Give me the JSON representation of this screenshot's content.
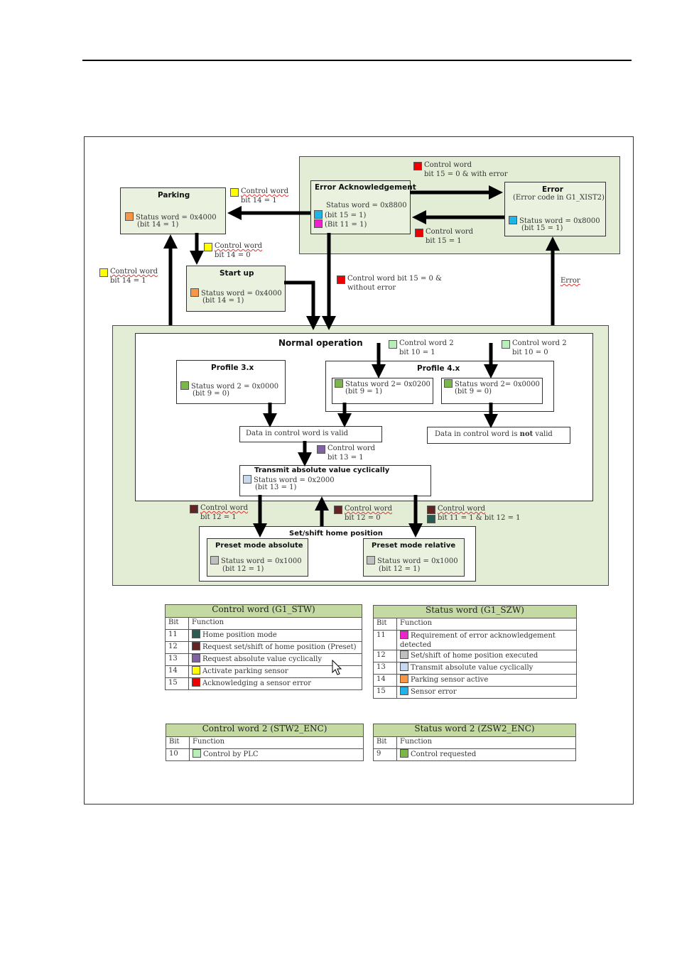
{
  "colors": {
    "red": "#ee0000",
    "yellow": "#ffff00",
    "orange": "#f79646",
    "cyan": "#1eb4e8",
    "magenta": "#ee22cc",
    "light_green": "#b6f0b6",
    "green": "#7ab648",
    "purple": "#8064a2",
    "dark_red": "#632523",
    "dark_teal": "#2a5a50",
    "light_blue": "#c6d9f1",
    "gray": "#bfbfbf",
    "panel": "#e3ecd4"
  },
  "states": {
    "parking": {
      "title": "Parking",
      "status": "Status word = 0x4000",
      "bit": "(bit 14 = 1)"
    },
    "startup": {
      "title": "Start up",
      "status": "Status word = 0x4000",
      "bit": "(bit 14 = 1)"
    },
    "error_ack": {
      "title": "Error Acknowledgement",
      "status": "Status word = 0x8800",
      "bit1": "(bit 15 = 1)",
      "bit2": "(Bit 11 = 1)"
    },
    "error": {
      "title": "Error",
      "subtitle": "(Error code in G1_XIST2)",
      "status": "Status word = 0x8000",
      "bit": "(bit 15 = 1)"
    },
    "normal": {
      "title": "Normal operation"
    },
    "profile3": {
      "title": "Profile 3.x",
      "status": "Status word 2 = 0x0000",
      "bit": "(bit 9 = 0)"
    },
    "profile4": {
      "title": "Profile 4.x",
      "left_status": "Status word 2= 0x0200",
      "left_bit": "(bit 9 = 1)",
      "right_status": "Status word 2= 0x0000",
      "right_bit": "(bit 9 = 0)"
    },
    "valid": {
      "text": "Data in control word is valid"
    },
    "not_valid": {
      "pre": "Data in control word is ",
      "bold": "not",
      "post": " valid"
    },
    "transmit": {
      "title": "Transmit absolute value cyclically",
      "status": "Status word = 0x2000",
      "bit": "(bit 13 = 1)"
    },
    "home": {
      "title": "Set/shift home position"
    },
    "preset_abs": {
      "title": "Preset mode absolute",
      "status": "Status word = 0x1000",
      "bit": "(bit 12 = 1)"
    },
    "preset_rel": {
      "title": "Preset mode relative",
      "status": "Status word = 0x1000",
      "bit": "(bit 12 = 1)"
    }
  },
  "transitions": {
    "cw15_err_1": "Control word",
    "cw15_err_2": "bit 15 = 0 & with error",
    "cw15_1_a": "Control word",
    "cw15_1_b": "bit 15 = 1",
    "cw14_1_a": "Control word",
    "cw14_1_b": "bit 14 = 1",
    "cw14_0_a": "Control word",
    "cw14_0_b": "bit 14 = 0",
    "cw14_left_a": "Control word",
    "cw14_left_b": "bit 14 = 1",
    "cw15_noerr_1": "Control word bit 15 = 0 &",
    "cw15_noerr_2": "without error",
    "error": "Error",
    "cw2_10_1_a": "Control word 2",
    "cw2_10_1_b": "bit 10 = 1",
    "cw2_10_0_a": "Control word 2",
    "cw2_10_0_b": "bit 10 = 0",
    "cw13_a": "Control word",
    "cw13_b": "bit 13 = 1",
    "cw12_1_a": "Control word",
    "cw12_1_b": "bit 12 = 1",
    "cw12_0_a": "Control word",
    "cw12_0_b": "bit 12 = 0",
    "cw11_a": "Control word",
    "cw11_b": "bit 11 = 1 & bit 12 = 1"
  },
  "legend_control": {
    "title": "Control word (G1_STW)",
    "col_bit": "Bit",
    "col_function": "Function",
    "rows": [
      {
        "bit": "11",
        "function": "Home position mode",
        "color": "#2a5a50"
      },
      {
        "bit": "12",
        "function": "Request set/shift of home position (Preset)",
        "color": "#632523"
      },
      {
        "bit": "13",
        "function": "Request absolute value cyclically",
        "color": "#8064a2"
      },
      {
        "bit": "14",
        "function": "Activate parking sensor",
        "color": "#ffff00"
      },
      {
        "bit": "15",
        "function": "Acknowledging a sensor error",
        "color": "#ee0000"
      }
    ]
  },
  "legend_status": {
    "title": "Status word (G1_SZW)",
    "col_bit": "Bit",
    "col_function": "Function",
    "rows": [
      {
        "bit": "11",
        "function": "Requirement of error acknowledgement detected",
        "color": "#ee22cc"
      },
      {
        "bit": "12",
        "function": "Set/shift of home position executed",
        "color": "#bfbfbf"
      },
      {
        "bit": "13",
        "function": "Transmit absolute value cyclically",
        "color": "#c6d9f1"
      },
      {
        "bit": "14",
        "function": "Parking sensor active",
        "color": "#f79646"
      },
      {
        "bit": "15",
        "function": "Sensor error",
        "color": "#1eb4e8"
      }
    ]
  },
  "legend_control2": {
    "title": "Control word 2 (STW2_ENC)",
    "col_bit": "Bit",
    "col_function": "Function",
    "rows": [
      {
        "bit": "10",
        "function": "Control by PLC",
        "color": "#b6f0b6"
      }
    ]
  },
  "legend_status2": {
    "title": "Status word 2 (ZSW2_ENC)",
    "col_bit": "Bit",
    "col_function": "Function",
    "rows": [
      {
        "bit": "9",
        "function": "Control requested",
        "color": "#7ab648"
      }
    ]
  }
}
